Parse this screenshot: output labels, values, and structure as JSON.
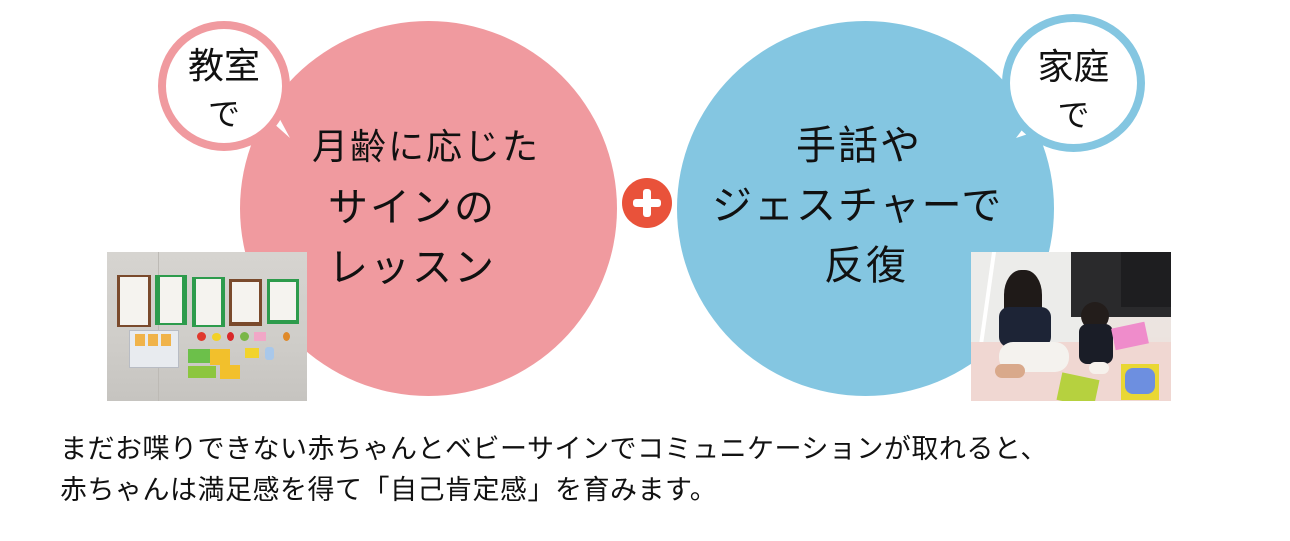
{
  "left_panel": {
    "bubble_label_line1": "教室",
    "bubble_label_line2": "で",
    "main_lines": [
      "月齢に応じた",
      "サインの",
      "レッスン"
    ],
    "color": "#f09a9f",
    "photo_alt": "classroom wall with sign cards"
  },
  "connector": {
    "icon": "plus-icon",
    "color": "#e9523a"
  },
  "right_panel": {
    "bubble_label_line1": "家庭",
    "bubble_label_line2": "で",
    "main_lines": [
      "手話や",
      "ジェスチャーで",
      "反復"
    ],
    "color": "#84c6e1",
    "photo_alt": "mother and baby playing with sign cards at home"
  },
  "caption": {
    "line1": "まだお喋りできない赤ちゃんとベビーサインでコミュニケーションが取れると、",
    "line2": "赤ちゃんは満足感を得て「自己肯定感」を育みます。"
  }
}
